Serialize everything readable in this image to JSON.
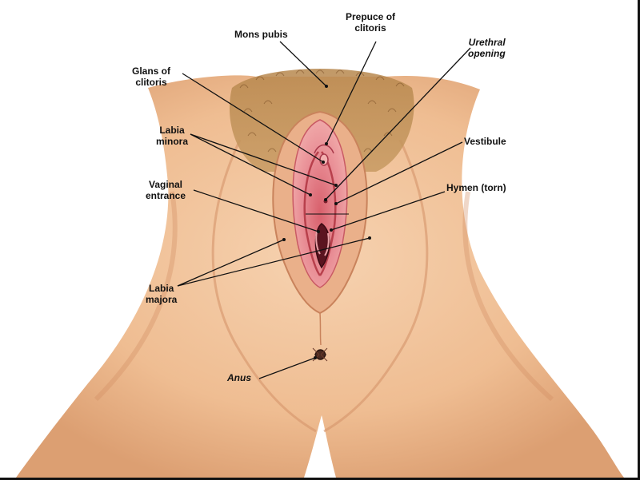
{
  "labels": {
    "mons_pubis": "Mons pubis",
    "prepuce": [
      "Prepuce of",
      "clitoris"
    ],
    "urethral": [
      "Urethral",
      "opening"
    ],
    "glans": [
      "Glans of",
      "clitoris"
    ],
    "labia_minora": [
      "Labia",
      "minora"
    ],
    "vestibule": "Vestibule",
    "vaginal": [
      "Vaginal",
      "entrance"
    ],
    "hymen": "Hymen (torn)",
    "labia_majora": [
      "Labia",
      "majora"
    ],
    "anus": "Anus"
  },
  "colors": {
    "skin": "#f2c49c",
    "skin_shadow": "#d99a6e",
    "hair": "#a0703c",
    "mucosa": "#e8838c",
    "mucosa_dark": "#b8404c",
    "leader_line": "#111111"
  }
}
